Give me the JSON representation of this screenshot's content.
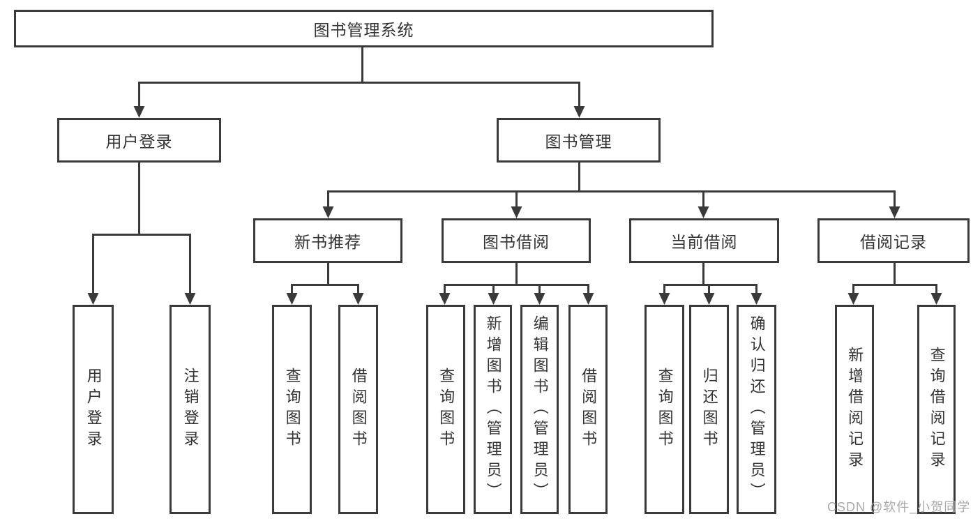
{
  "diagram_type": "hierarchy-tree",
  "colors": {
    "line": "#3a3a3a",
    "text": "#333333",
    "watermark": "#aaaaaa",
    "background": "#ffffff"
  },
  "tree": {
    "label": "图书管理系统",
    "children": [
      {
        "label": "用户登录",
        "children": [
          {
            "label": "用户登录"
          },
          {
            "label": "注销登录"
          }
        ]
      },
      {
        "label": "图书管理",
        "children": [
          {
            "label": "新书推荐",
            "children": [
              {
                "label": "查询图书"
              },
              {
                "label": "借阅图书"
              }
            ]
          },
          {
            "label": "图书借阅",
            "children": [
              {
                "label": "查询图书"
              },
              {
                "label": "新增图书（管理员）"
              },
              {
                "label": "编辑图书（管理员）"
              },
              {
                "label": "借阅图书"
              }
            ]
          },
          {
            "label": "当前借阅",
            "children": [
              {
                "label": "查询图书"
              },
              {
                "label": "归还图书"
              },
              {
                "label": "确认归还（管理员）"
              }
            ]
          },
          {
            "label": "借阅记录",
            "children": [
              {
                "label": "新增借阅记录"
              },
              {
                "label": "查询借阅记录"
              }
            ]
          }
        ]
      }
    ]
  },
  "watermark": {
    "text": "CSDN @软件_小贺同学"
  }
}
